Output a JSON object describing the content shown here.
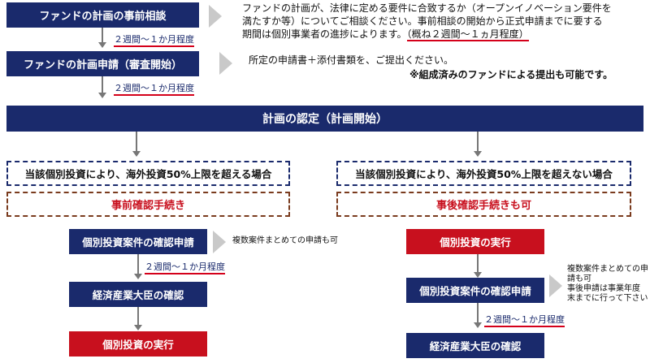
{
  "step1": {
    "label": "ファンドの計画の事前相談",
    "duration": "２週間～１か月程度",
    "note_line1": "ファンドの計画が、法律に定める要件に合致するか（オープンイノベーション要件を",
    "note_line2": "満たすか等）についてご相談ください。事前相談の開始から正式申請までに要する",
    "note_line3_a": "期間は個別事業者の進捗によります。",
    "note_line3_b": "（概ね２週間～１ヵ月程度）"
  },
  "step2": {
    "label": "ファンドの計画申請（審査開始）",
    "duration": "２週間～１か月程度",
    "note_line1": "所定の申請書＋添付書類を、ご提出ください。",
    "note_line2": "※組成済みのファンドによる提出も可能です。"
  },
  "certification": {
    "label": "計画の認定（計画開始）"
  },
  "left": {
    "condition": "当該個別投資により、海外投資50%上限を超える場合",
    "procedure": "事前確認手続き",
    "step_apply": "個別投資案件の確認申請",
    "apply_note": "複数案件まとめての申請も可",
    "duration": "２週間～１か月程度",
    "step_confirm": "経済産業大臣の確認",
    "step_execute": "個別投資の実行"
  },
  "right": {
    "condition": "当該個別投資により、海外投資50%上限を超えない場合",
    "procedure": "事後確認手続きも可",
    "step_execute": "個別投資の実行",
    "step_apply": "個別投資案件の確認申請",
    "apply_note_line1": "複数案件まとめての申",
    "apply_note_line2": "請も可",
    "apply_note_line3": "事後申請は事業年度",
    "apply_note_line4": "末までに行って下さい",
    "duration": "２週間～１か月程度",
    "step_confirm": "経済産業大臣の確認"
  },
  "colors": {
    "navy": "#1a2a6c",
    "red": "#c8101e",
    "underline": "#d4001a",
    "arrow": "#777777",
    "pointer": "#c9c9c9",
    "procedure_border": "#7a3b1e"
  }
}
